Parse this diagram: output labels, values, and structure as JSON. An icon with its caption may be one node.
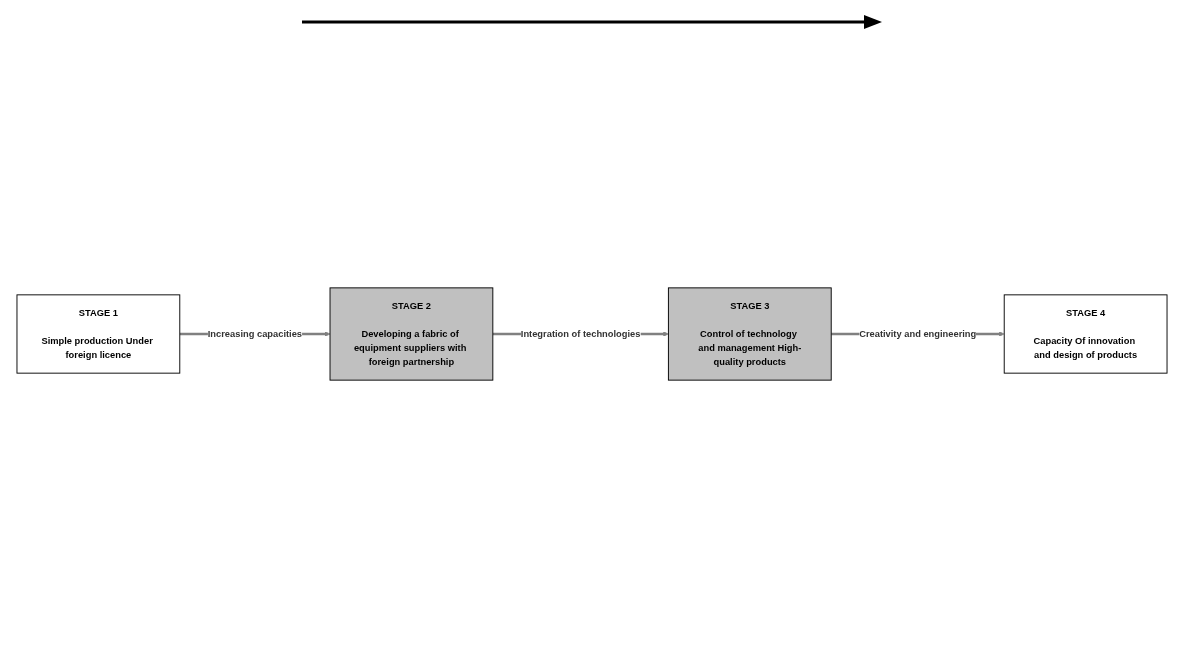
{
  "diagram": {
    "nodes": [
      {
        "text": [
          "STAGE 1",
          "Simple production Under foreign licence"
        ]
      },
      {
        "text": [
          "STAGE 2",
          "Developing a fabric of equipment suppliers with foreign partnership"
        ]
      },
      {
        "text": [
          "STAGE 3",
          "Control of technology and management High-quality products"
        ]
      },
      {
        "text": [
          "STAGE 4",
          "Capacity Of innovation and design of products"
        ]
      }
    ],
    "edges": [
      {
        "from": 0,
        "to": 1,
        "arrow": "to",
        "label": "Increasing capacities"
      },
      {
        "from": 1,
        "to": 2,
        "arrow": "to",
        "label": "Integration of technologies"
      },
      {
        "from": 2,
        "to": 3,
        "arrow": "to",
        "label": "Creativity and engineering"
      }
    ]
  }
}
